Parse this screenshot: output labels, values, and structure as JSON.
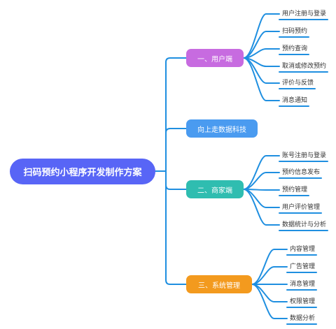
{
  "root": {
    "label": "扫码预约小程序开发制作方案",
    "color": "#5865f6"
  },
  "branches": [
    {
      "label": "一、用户端",
      "color": "#c76be0",
      "children": [
        "用户注册与登录",
        "扫码预约",
        "预约查询",
        "取消或修改预约",
        "评价与反馈",
        "消息通知"
      ]
    },
    {
      "label": "向上走数据科技",
      "color": "#4a9bf0",
      "children": []
    },
    {
      "label": "二、商家端",
      "color": "#2fbdb0",
      "children": [
        "账号注册与登录",
        "预约信息发布",
        "预约管理",
        "用户评价管理",
        "数据统计与分析"
      ]
    },
    {
      "label": "三、系统管理",
      "color": "#f39a1e",
      "children": [
        "内容管理",
        "广告管理",
        "消息管理",
        "权限管理",
        "数据分析"
      ]
    }
  ],
  "line_color": "#1f8fe0"
}
